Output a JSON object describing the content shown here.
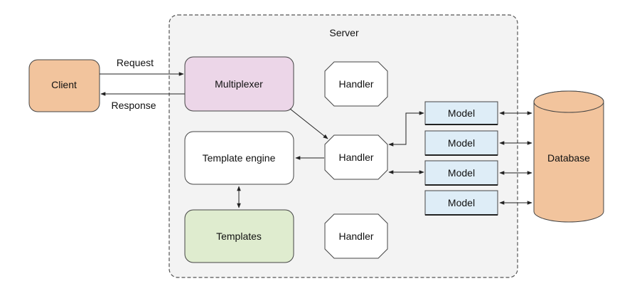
{
  "server": {
    "label": "Server"
  },
  "client": {
    "label": "Client"
  },
  "multiplexer": {
    "label": "Multiplexer"
  },
  "template_engine": {
    "label": "Template engine"
  },
  "templates": {
    "label": "Templates"
  },
  "handlers": [
    {
      "label": "Handler"
    },
    {
      "label": "Handler"
    },
    {
      "label": "Handler"
    }
  ],
  "models": [
    {
      "label": "Model"
    },
    {
      "label": "Model"
    },
    {
      "label": "Model"
    },
    {
      "label": "Model"
    }
  ],
  "database": {
    "label": "Database"
  },
  "arrows": {
    "request": "Request",
    "response": "Response"
  },
  "colors": {
    "client_fill": "#f2c49d",
    "multiplexer_fill": "#ecd6e8",
    "templates_fill": "#dfeccf",
    "model_fill": "#deedf7",
    "database_fill": "#f2c49d",
    "server_fill": "#f3f3f3"
  }
}
